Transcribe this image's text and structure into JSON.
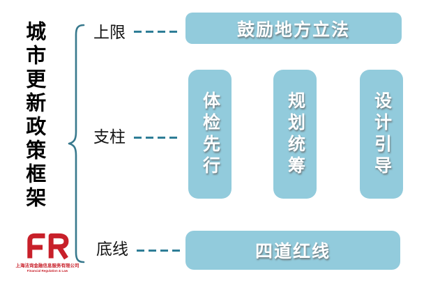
{
  "diagram": {
    "title": "城市更新政策框架",
    "levels": [
      {
        "label": "上限",
        "box_label": "鼓励地方立法"
      },
      {
        "label": "支柱",
        "pillars": [
          "体检先行",
          "规划统筹",
          "设计引导"
        ]
      },
      {
        "label": "底线",
        "box_label": "四道红线"
      }
    ]
  },
  "logo": {
    "monogram": "FR",
    "company_cn": "上海法询金融信息服务有限公司",
    "company_en": "Financial Regulation & Law"
  },
  "colors": {
    "box_fill": "#92cbdc",
    "box_text": "#ffffff",
    "connector_teal": "#2e7d96",
    "logo_red": "#c8202a",
    "title_black": "#000000"
  }
}
